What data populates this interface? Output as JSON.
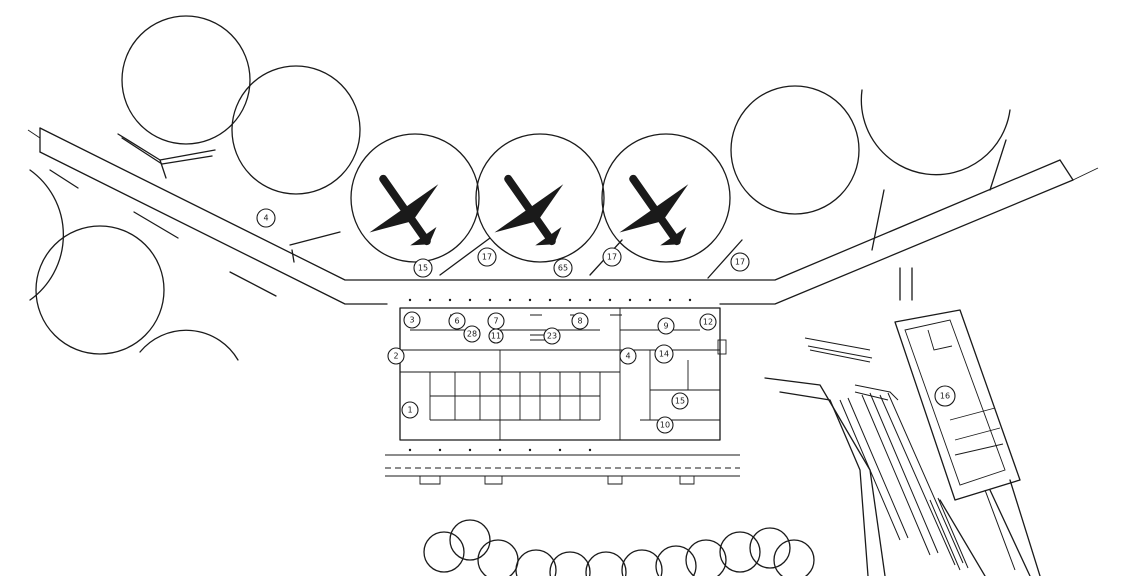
{
  "labels": {
    "l_airside_left": "4",
    "l_gate_a": "15",
    "l_gate_b": "17",
    "l_gate_c": "65",
    "l_gate_d": "17",
    "l_gate_e": "17",
    "l_room_3": "3",
    "l_room_6": "6",
    "l_room_7": "7",
    "l_room_8": "8",
    "l_room_9": "9",
    "l_room_2": "2",
    "l_room_1": "1",
    "l_room_28": "28",
    "l_room_23": "23",
    "l_room_4": "4",
    "l_room_14": "14",
    "l_room_12": "12",
    "l_room_15": "15",
    "l_room_11": "11",
    "l_room_10": "10",
    "l_parking_16": "16"
  }
}
